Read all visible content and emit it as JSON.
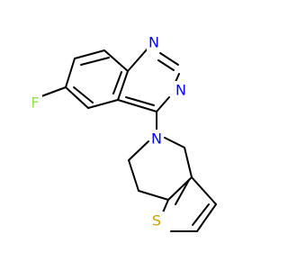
{
  "atoms": {
    "n1": {
      "label": "N",
      "color": "#0000ff"
    },
    "n3": {
      "label": "N",
      "color": "#0000ff"
    },
    "n5": {
      "label": "N",
      "color": "#0000ff"
    },
    "f": {
      "label": "F",
      "color": "#90e050"
    },
    "s": {
      "label": "S",
      "color": "#c8a000"
    }
  }
}
